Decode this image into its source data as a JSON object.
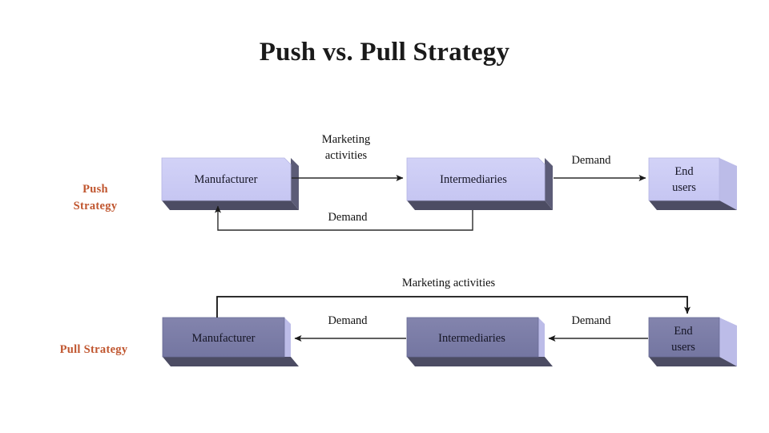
{
  "page": {
    "title": "Push vs. Pull Strategy",
    "background": "#ffffff"
  },
  "colors": {
    "top_box_face": "#ccccf5",
    "top_box_shadow": "#4c4c63",
    "bottom_box_face": "#7d7da8",
    "bottom_box_side": "#ccccf5",
    "bottom_box_shadow": "#4c4c63",
    "strategy_label": "#c0562f",
    "connector": "#2b2b2b",
    "text": "#151525"
  },
  "push": {
    "strategy_label_line1": "Push",
    "strategy_label_line2": "Strategy",
    "nodes": [
      {
        "id": "manufacturer",
        "label": "Manufacturer"
      },
      {
        "id": "intermediaries",
        "label": "Intermediaries"
      },
      {
        "id": "end-users",
        "label_line1": "End",
        "label_line2": "users"
      }
    ],
    "edges": [
      {
        "id": "mfr-to-int",
        "label_line1": "Marketing",
        "label_line2": "activities",
        "from": "manufacturer",
        "to": "intermediaries",
        "direction": "right"
      },
      {
        "id": "int-to-end",
        "label": "Demand",
        "from": "intermediaries",
        "to": "end-users",
        "direction": "right"
      },
      {
        "id": "int-to-mfr-feedback",
        "label": "Demand",
        "from": "intermediaries",
        "to": "manufacturer",
        "direction": "feedback-up"
      }
    ]
  },
  "pull": {
    "strategy_label": "Pull Strategy",
    "nodes": [
      {
        "id": "manufacturer",
        "label": "Manufacturer"
      },
      {
        "id": "intermediaries",
        "label": "Intermediaries"
      },
      {
        "id": "end-users",
        "label_line1": "End",
        "label_line2": "users"
      }
    ],
    "edges": [
      {
        "id": "mfr-to-end-marketing",
        "label": "Marketing activities",
        "from": "manufacturer",
        "to": "end-users",
        "direction": "over-top-right"
      },
      {
        "id": "int-to-mfr",
        "label": "Demand",
        "from": "intermediaries",
        "to": "manufacturer",
        "direction": "left"
      },
      {
        "id": "end-to-int",
        "label": "Demand",
        "from": "end-users",
        "to": "intermediaries",
        "direction": "left"
      }
    ]
  }
}
